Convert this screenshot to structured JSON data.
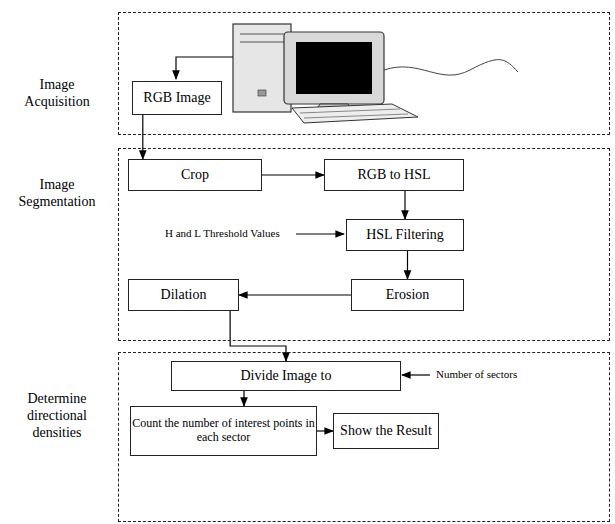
{
  "diagram": {
    "nodes": [
      {
        "text": [
          "Image Acquisition"
        ]
      },
      {
        "text": [
          "RGB Image"
        ],
        "in": 0
      },
      {
        "text": [
          "Image Segmentation"
        ]
      },
      {
        "text": [
          "Crop"
        ],
        "in": 2
      },
      {
        "text": [
          "RGB to HSL"
        ],
        "in": 2
      },
      {
        "text": [
          "HSL Filtering"
        ],
        "in": 2
      },
      {
        "text": [
          "Erosion"
        ],
        "in": 2
      },
      {
        "text": [
          "Dilation"
        ],
        "in": 2
      },
      {
        "text": [
          "Determine directional densities"
        ]
      },
      {
        "text": [
          "Divide Image to"
        ],
        "in": 8
      },
      {
        "text": [
          "Count the number of interest points in each sector"
        ],
        "in": 8
      },
      {
        "text": [
          "Show the Result"
        ],
        "in": 8
      }
    ],
    "edges": [
      {
        "from": 1,
        "to": 3,
        "arrow": "to"
      },
      {
        "from": 3,
        "to": 4,
        "arrow": "to"
      },
      {
        "from": 4,
        "to": 5,
        "arrow": "to"
      },
      {
        "from": 5,
        "to": 6,
        "arrow": "to"
      },
      {
        "from": 6,
        "to": 7,
        "arrow": "to"
      },
      {
        "from": 7,
        "to": 9,
        "arrow": "to"
      },
      {
        "from": 9,
        "to": 10,
        "arrow": "to"
      },
      {
        "from": 10,
        "to": 11,
        "arrow": "to"
      }
    ],
    "labels": [
      "H and L Threshold Values",
      "Number of sectors"
    ]
  }
}
